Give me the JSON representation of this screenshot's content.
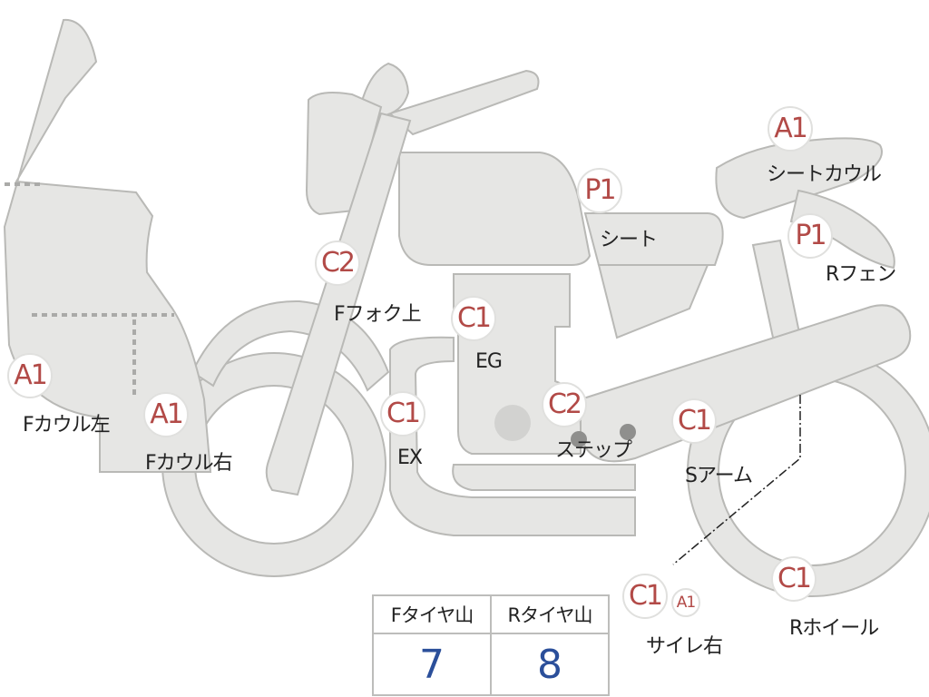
{
  "parts": [
    {
      "id": "a1-fcowl-l",
      "code": "A1",
      "label": "Fカウル左",
      "color": "#b24a47"
    },
    {
      "id": "a1-fcowl-r",
      "code": "A1",
      "label": "Fカウル右",
      "color": "#b24a47"
    },
    {
      "id": "c2-ffork",
      "code": "C2",
      "label": "Fフォク上",
      "color": "#b24a47"
    },
    {
      "id": "c1-eg",
      "code": "C1",
      "label": "EG",
      "color": "#b24a47"
    },
    {
      "id": "c1-ex",
      "code": "C1",
      "label": "EX",
      "color": "#b24a47"
    },
    {
      "id": "c2-step",
      "code": "C2",
      "label": "ステップ",
      "color": "#b24a47"
    },
    {
      "id": "p1-seat",
      "code": "P1",
      "label": "シート",
      "color": "#b24a47"
    },
    {
      "id": "a1-seatcowl",
      "code": "A1",
      "label": "シートカウル",
      "color": "#b24a47"
    },
    {
      "id": "p1-rfender",
      "code": "P1",
      "label": "Rフェン",
      "color": "#b24a47"
    },
    {
      "id": "c1-sarm",
      "code": "C1",
      "label": "Sアーム",
      "color": "#b24a47"
    },
    {
      "id": "c1-muffler",
      "code": "C1",
      "code2": "A1",
      "label": "サイレ右",
      "color": "#b24a47"
    },
    {
      "id": "c1-rwheel",
      "code": "C1",
      "label": "Rホイール",
      "color": "#b24a47"
    }
  ],
  "tire_table": {
    "headers": [
      "Fタイヤ山",
      "Rタイヤ山"
    ],
    "values": [
      "7",
      "8"
    ],
    "value_color": "#2b4f9a"
  }
}
